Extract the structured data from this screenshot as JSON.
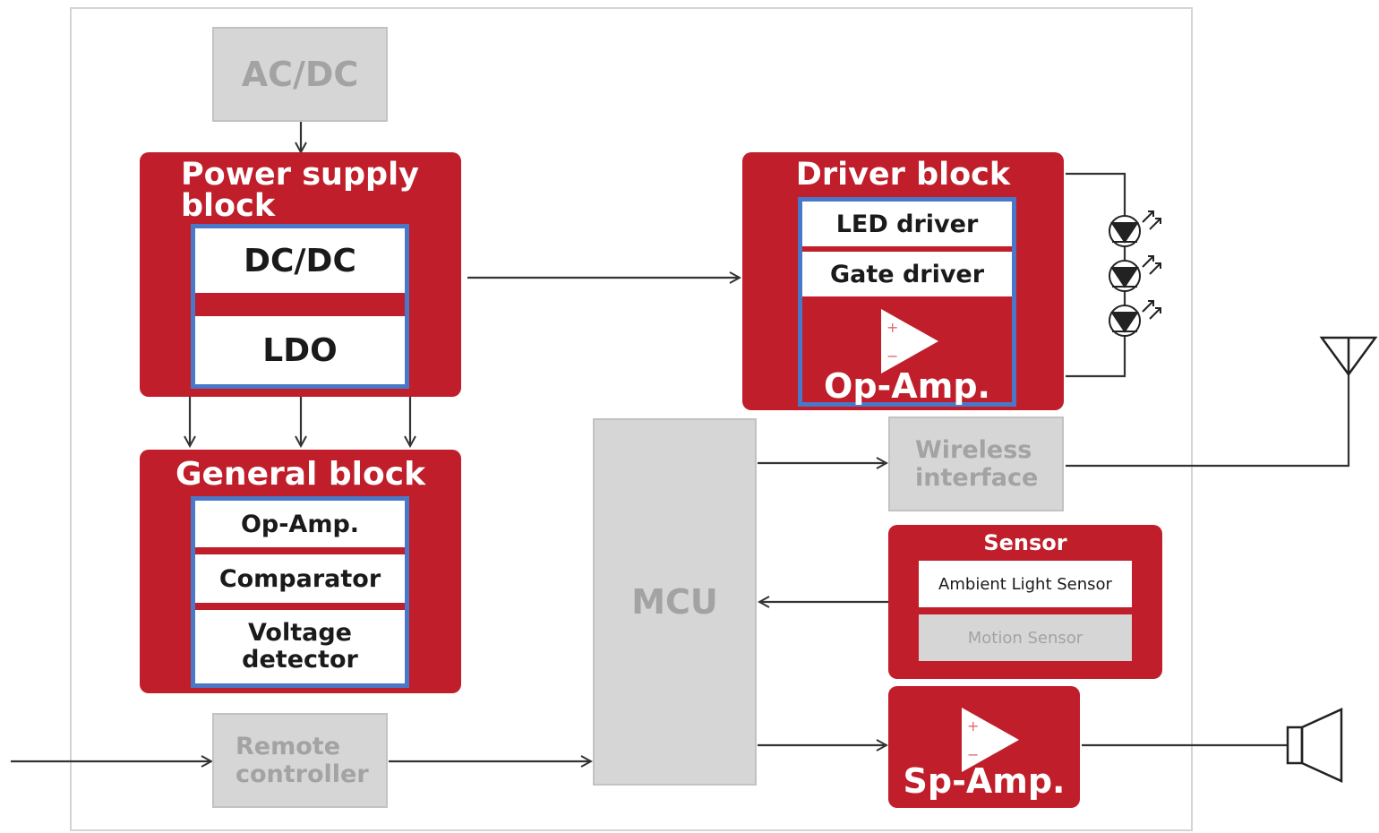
{
  "ac_dc": "AC/DC",
  "power_supply": {
    "title": "Power supply block",
    "items": [
      "DC/DC",
      "LDO"
    ]
  },
  "general": {
    "title": "General block",
    "items": [
      "Op-Amp.",
      "Comparator",
      "Voltage detector"
    ]
  },
  "remote": "Remote controller",
  "mcu": "MCU",
  "driver": {
    "title": "Driver block",
    "items": [
      "LED driver",
      "Gate driver"
    ],
    "opamp": "Op-Amp."
  },
  "wireless": "Wireless interface",
  "sensor": {
    "title": "Sensor",
    "items": [
      "Ambient Light Sensor",
      "Motion Sensor"
    ]
  },
  "sp_amp": "Sp-Amp.",
  "opamp_symbols": {
    "plus": "+",
    "minus": "−"
  },
  "colors": {
    "block_red": "#bf1e2a",
    "inner_border_blue": "#4a78c8",
    "grey_box": "#d6d6d6",
    "grey_text": "#a3a3a3",
    "line": "#333333"
  }
}
